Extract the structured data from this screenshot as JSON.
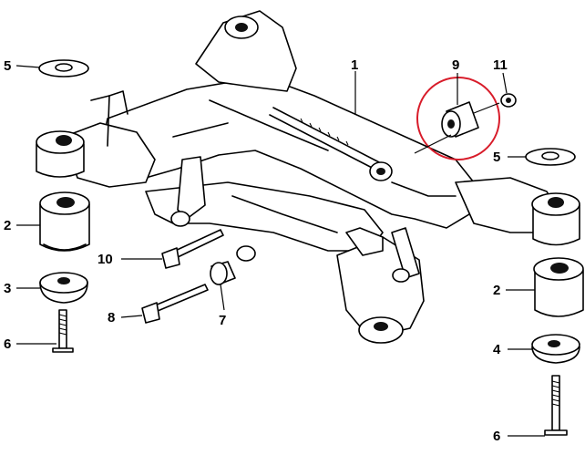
{
  "callouts": {
    "frame": "1",
    "rubber_mount": "2",
    "lower_mount": "3",
    "mount_washer": "4",
    "washer": "5",
    "bolt": "6",
    "bushing": "7",
    "hex_bolt": "8",
    "highlighted_bushing": "9",
    "long_bolt": "10",
    "nut": "11"
  },
  "colors": {
    "line": "#000000",
    "highlight": "#d81c2a",
    "background": "#ffffff"
  }
}
